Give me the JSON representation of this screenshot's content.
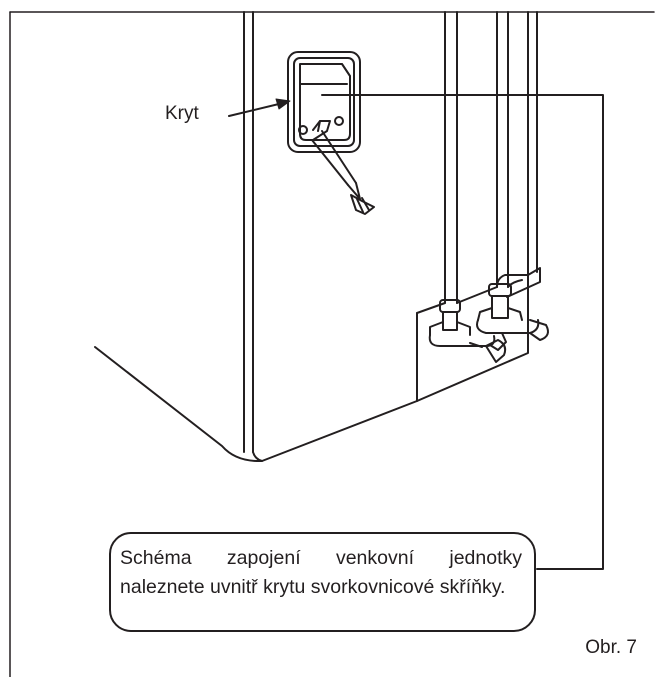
{
  "labels": {
    "cover": "Kryt"
  },
  "callout": {
    "text": "Schéma zapojení venkovní jednotky naleznete uvnitř krytu svorkovnicové skříňky."
  },
  "figure": {
    "number": "Obr. 7"
  },
  "colors": {
    "line": "#231f20",
    "background": "#ffffff"
  }
}
